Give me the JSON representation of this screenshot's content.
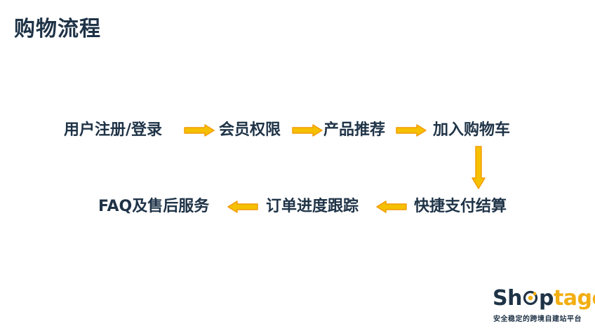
{
  "slide": {
    "title": "购物流程"
  },
  "flow": {
    "row1": [
      "用户注册/登录",
      "会员权限",
      "产品推荐",
      "加入购物车"
    ],
    "row2": [
      "FAQ及售后服务",
      "订单进度跟踪",
      "快捷支付结算"
    ]
  },
  "colors": {
    "text": "#1f3347",
    "arrow_fill": "#f5c000",
    "arrow_border": "#f29a00",
    "brand_gold": "#f2ae12"
  },
  "logo": {
    "part_sh": "Sh",
    "part_o": "",
    "part_p": "p",
    "part_tago": "tago",
    "tagline": "安全稳定的跨境自建站平台"
  }
}
